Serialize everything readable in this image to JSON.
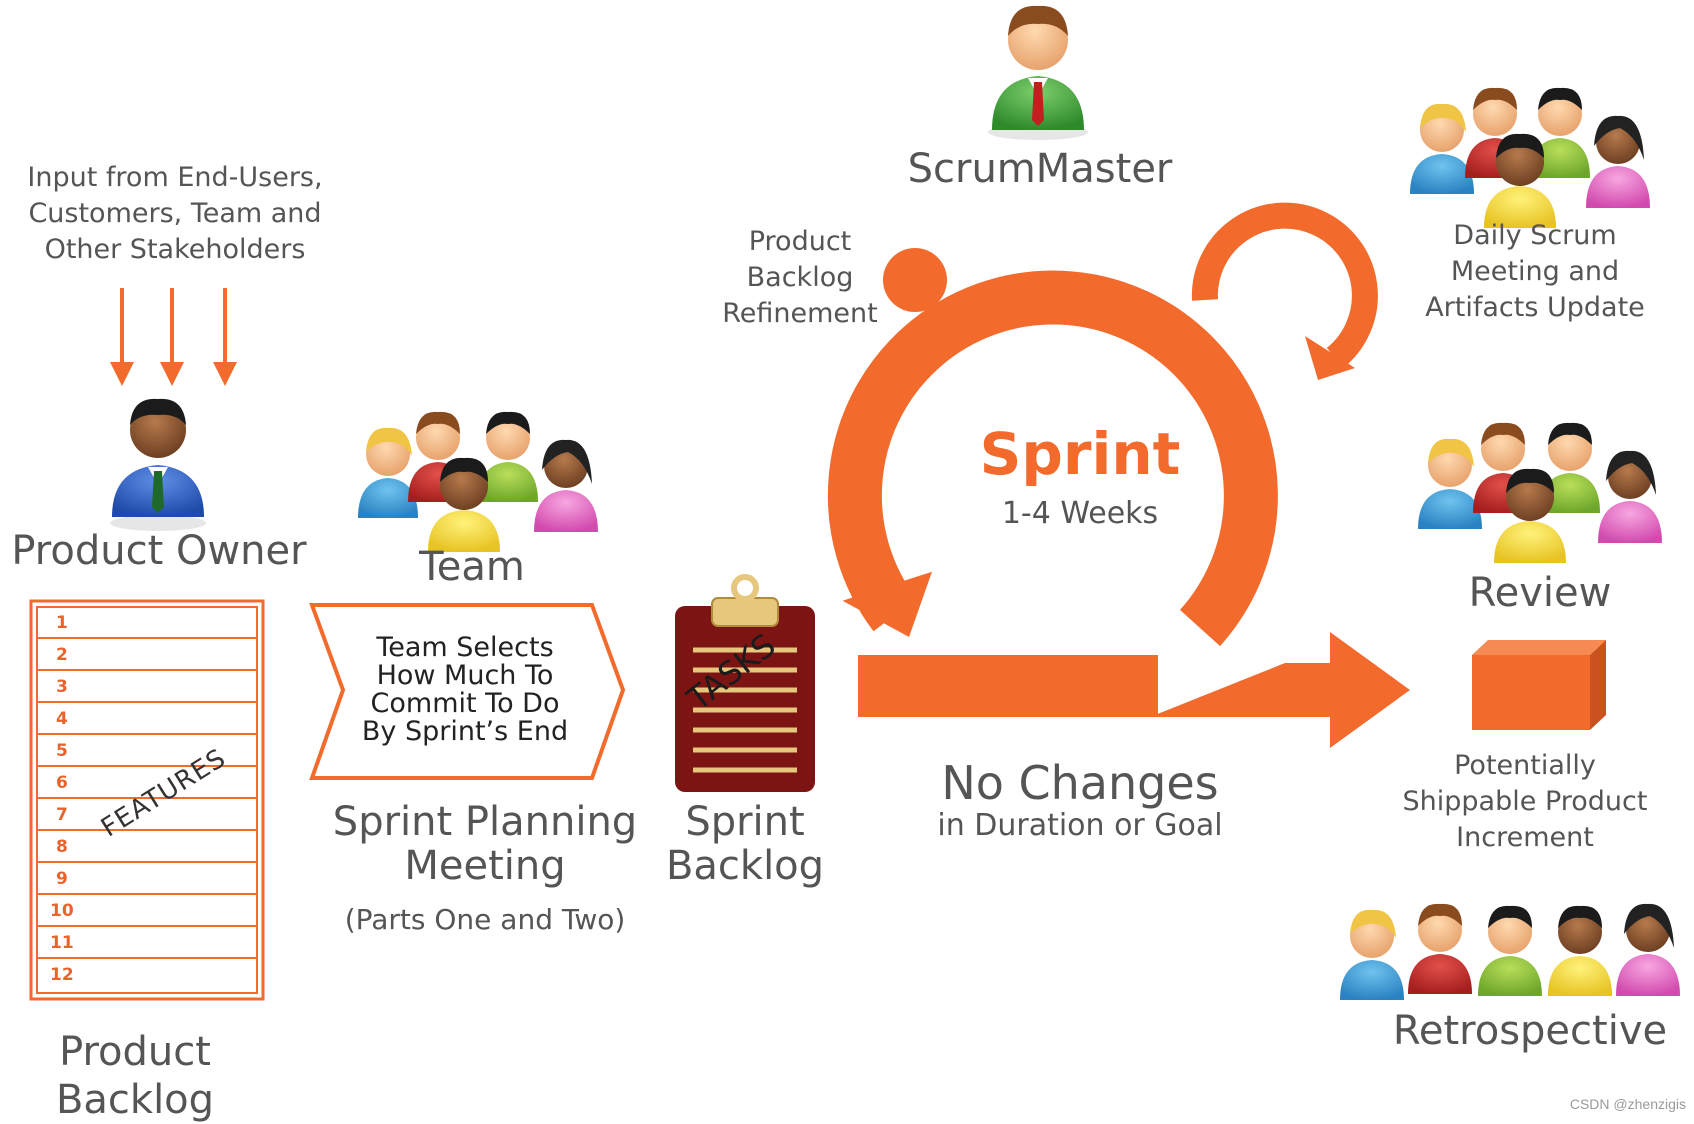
{
  "colors": {
    "orange": "#f26b2c",
    "darkred": "#7d1414",
    "tan": "#e7c77e",
    "text": "#555555"
  },
  "input_text": [
    "Input from End-Users,",
    "Customers, Team and",
    "Other Stakeholders"
  ],
  "product_owner": {
    "label": "Product Owner",
    "icon": "product-owner-person-icon"
  },
  "product_backlog": {
    "items": [
      "1",
      "2",
      "3",
      "4",
      "5",
      "6",
      "7",
      "8",
      "9",
      "10",
      "11",
      "12"
    ],
    "overlay": "FEATURES",
    "label_line1": "Product",
    "label_line2": "Backlog"
  },
  "team": {
    "label": "Team",
    "icon": "team-group-icon"
  },
  "sprint_planning": {
    "box_lines": [
      "Team Selects",
      "How Much To",
      "Commit To Do",
      "By Sprint’s End"
    ],
    "label_line1": "Sprint Planning",
    "label_line2": "Meeting",
    "sublabel": "(Parts One and Two)"
  },
  "sprint_backlog": {
    "tasks_word": "TASKS",
    "label_line1": "Sprint",
    "label_line2": "Backlog"
  },
  "scrum_master": {
    "label": "ScrumMaster",
    "icon": "scrum-master-person-icon"
  },
  "refinement": [
    "Product",
    "Backlog",
    "Refinement"
  ],
  "sprint": {
    "title": "Sprint",
    "duration": "1-4 Weeks"
  },
  "no_changes": {
    "title": "No Changes",
    "subtitle": "in Duration or Goal"
  },
  "daily_scrum": [
    "Daily Scrum",
    "Meeting and",
    "Artifacts Update"
  ],
  "review": {
    "label": "Review"
  },
  "increment": [
    "Potentially",
    "Shippable Product",
    "Increment"
  ],
  "retrospective": {
    "label": "Retrospective"
  },
  "watermark": "CSDN @zhenzigis"
}
